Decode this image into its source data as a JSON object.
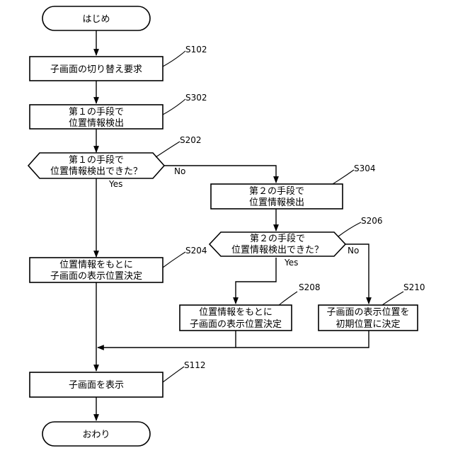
{
  "nodes": {
    "start": {
      "lines": [
        "はじめ"
      ]
    },
    "s102": {
      "lines": [
        "子画面の切り替え要求"
      ],
      "step": "S102"
    },
    "s302": {
      "lines": [
        "第１の手段で",
        "位置情報検出"
      ],
      "step": "S302"
    },
    "s202": {
      "lines": [
        "第１の手段で",
        "位置情報検出できた？"
      ],
      "step": "S202"
    },
    "s304": {
      "lines": [
        "第２の手段で",
        "位置情報検出"
      ],
      "step": "S304"
    },
    "s206": {
      "lines": [
        "第２の手段で",
        "位置情報検出できた？"
      ],
      "step": "S206"
    },
    "s204": {
      "lines": [
        "位置情報をもとに",
        "子画面の表示位置決定"
      ],
      "step": "S204"
    },
    "s208": {
      "lines": [
        "位置情報をもとに",
        "子画面の表示位置決定"
      ],
      "step": "S208"
    },
    "s210": {
      "lines": [
        "子画面の表示位置を",
        "初期位置に決定"
      ],
      "step": "S210"
    },
    "s112": {
      "lines": [
        "子画面を表示"
      ],
      "step": "S112"
    },
    "end": {
      "lines": [
        "おわり"
      ]
    }
  },
  "branches": {
    "s202_no": "No",
    "s202_yes": "Yes",
    "s206_no": "No",
    "s206_yes": "Yes"
  }
}
